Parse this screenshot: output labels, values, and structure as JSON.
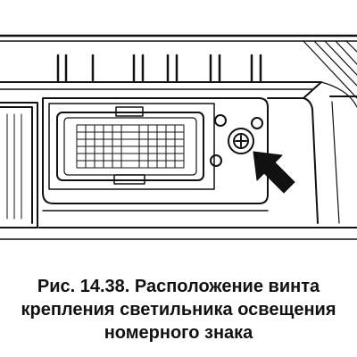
{
  "figure": {
    "caption_lines": [
      "Рис. 14.38. Расположение винта",
      "крепления светильника освещения",
      "номерного знака"
    ]
  }
}
